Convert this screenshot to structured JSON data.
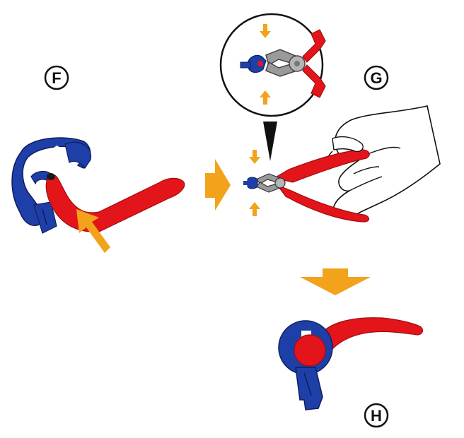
{
  "steps": [
    {
      "id": "F",
      "label": "F"
    },
    {
      "id": "G",
      "label": "G"
    },
    {
      "id": "H",
      "label": "H"
    }
  ],
  "colors": {
    "blue": "#1f3fa8",
    "red": "#e3151a",
    "orange": "#f2a21b",
    "grey": "#9a9a9a",
    "outline": "#111111"
  },
  "icons": [
    "clip-icon",
    "hose-icon",
    "pliers-icon",
    "hand-icon",
    "arrow-icon",
    "magnifier-icon"
  ]
}
